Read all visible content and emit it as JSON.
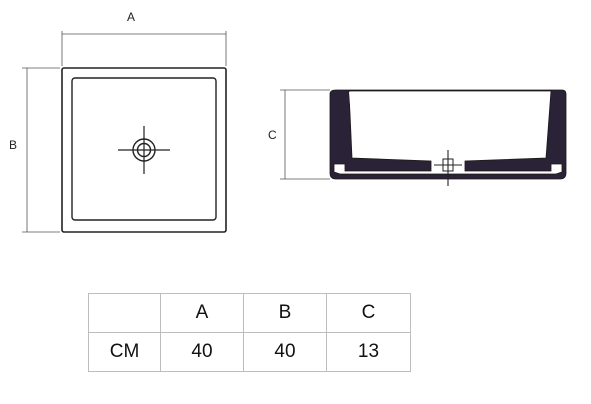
{
  "drawing": {
    "top_view": {
      "width_label": "A",
      "depth_label": "B"
    },
    "side_view": {
      "height_label": "C"
    }
  },
  "table": {
    "header": [
      "",
      "A",
      "B",
      "C"
    ],
    "rows": [
      [
        "CM",
        "40",
        "40",
        "13"
      ]
    ]
  },
  "colors": {
    "line": "#222222",
    "basin_fill": "#2a2236",
    "table_border": "#bdbdbd"
  }
}
